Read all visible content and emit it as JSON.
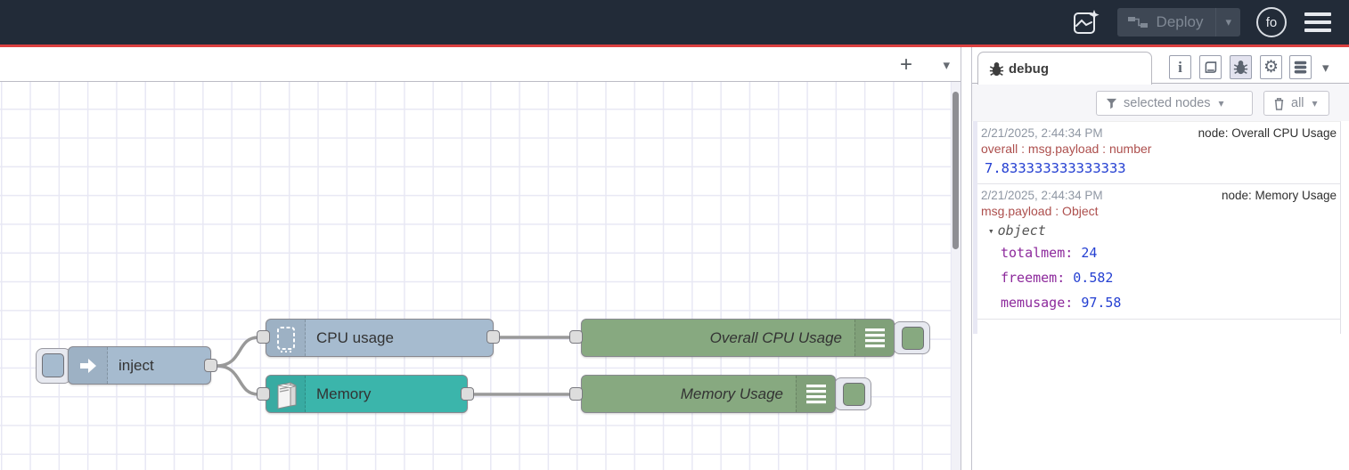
{
  "header": {
    "deploy_label": "Deploy",
    "avatar_text": "fo",
    "colors": {
      "bar_bg": "#222b38",
      "accent_line": "#dc4040"
    }
  },
  "workspace": {
    "add_tab_glyph": "+",
    "tab_menu_glyph": "▾"
  },
  "canvas": {
    "nodes": [
      {
        "label": "inject",
        "color": "#a6bbcf"
      },
      {
        "label": "CPU usage",
        "color": "#a6bbcf"
      },
      {
        "label": "Memory",
        "color": "#3bb5ab"
      },
      {
        "label": "Overall CPU Usage",
        "color": "#87a980"
      },
      {
        "label": "Memory Usage",
        "color": "#87a980"
      }
    ]
  },
  "sidebar": {
    "tab_label": "debug",
    "info_glyph": "i",
    "gear_glyph": "⚙",
    "panel_menu_glyph": "▾",
    "toolbar": {
      "filter_label": "selected nodes",
      "filter_caret": "▾",
      "clear_label": "all",
      "clear_caret": "▾"
    },
    "messages": [
      {
        "timestamp": "2/21/2025, 2:44:34 PM",
        "node": "node: Overall CPU Usage",
        "property": "overall : msg.payload : number",
        "value": "7.833333333333333"
      },
      {
        "timestamp": "2/21/2025, 2:44:34 PM",
        "node": "node: Memory Usage",
        "property": "msg.payload : Object",
        "object_caret": "▾",
        "object_label": "object",
        "fields": [
          {
            "key": "totalmem:",
            "value": "24"
          },
          {
            "key": "freemem:",
            "value": "0.582"
          },
          {
            "key": "memusage:",
            "value": "97.58"
          }
        ]
      }
    ],
    "value_color": "#2540d2",
    "key_color": "#8d2a9c",
    "property_color": "#ad4f4d"
  }
}
